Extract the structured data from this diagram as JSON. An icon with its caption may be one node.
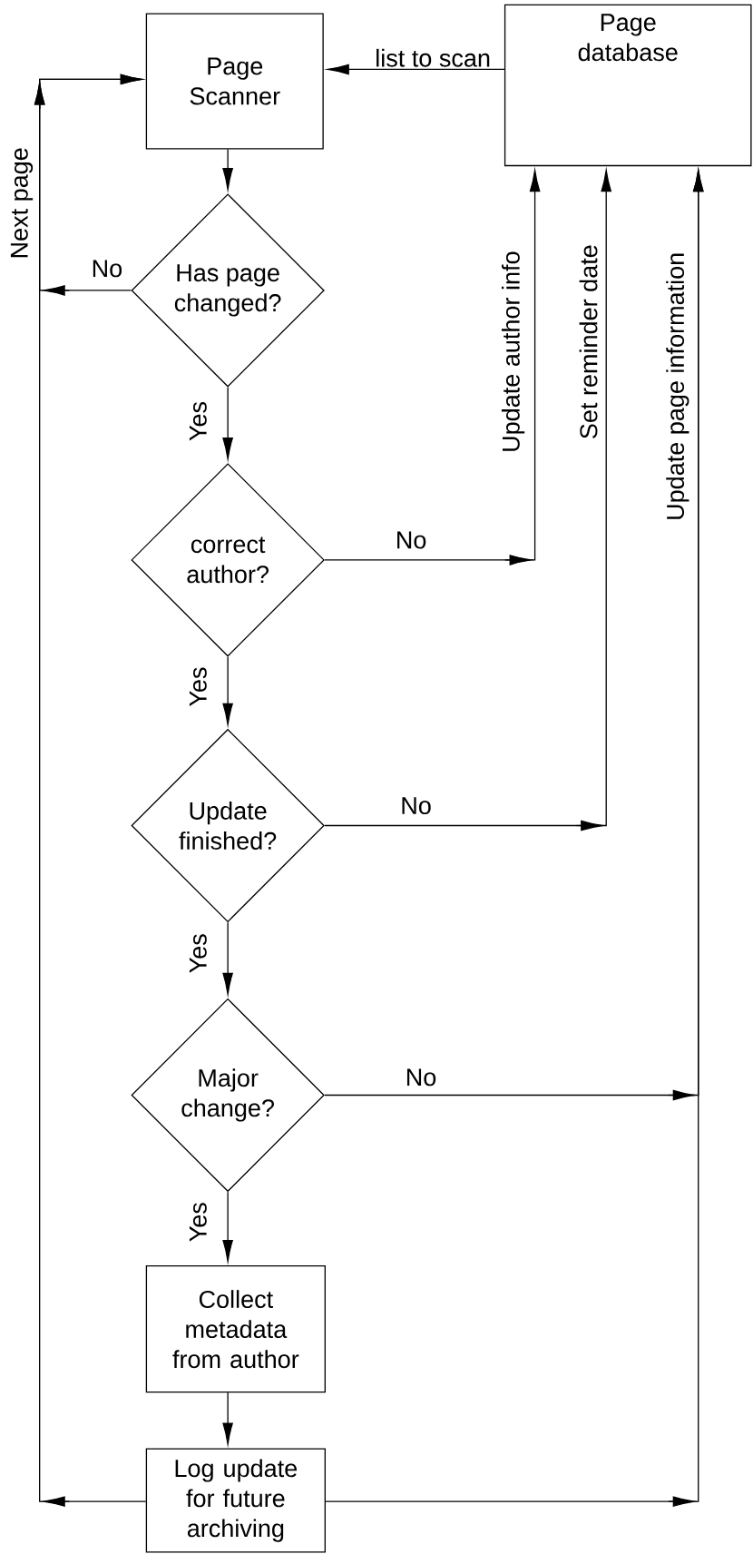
{
  "diagram": {
    "nodes": [
      {
        "text": [
          "Page Scanner"
        ]
      },
      {
        "text": [
          "Page database"
        ]
      },
      {
        "text": [
          "Has page changed?"
        ]
      },
      {
        "text": [
          "correct author?"
        ]
      },
      {
        "text": [
          "Update finished?"
        ]
      },
      {
        "text": [
          "Major change?"
        ]
      },
      {
        "text": [
          "Collect metadata from author"
        ]
      },
      {
        "text": [
          "Log update for future archiving"
        ]
      }
    ],
    "edges": [
      {
        "from": 1,
        "to": 0,
        "arrow": "to",
        "label": "list to scan"
      },
      {
        "from": 0,
        "to": 2,
        "arrow": "to"
      },
      {
        "from": 2,
        "to": 3,
        "arrow": "to",
        "label": "Yes"
      },
      {
        "from": 3,
        "to": 4,
        "arrow": "to",
        "label": "Yes"
      },
      {
        "from": 4,
        "to": 5,
        "arrow": "to",
        "label": "Yes"
      },
      {
        "from": 5,
        "to": 6,
        "arrow": "to",
        "label": "Yes"
      },
      {
        "from": 6,
        "to": 7,
        "arrow": "to"
      },
      {
        "from": 2,
        "to": 0,
        "arrow": "to",
        "label": "No"
      },
      {
        "from": 3,
        "to": 1,
        "arrow": "to",
        "label": "No"
      },
      {
        "from": 4,
        "to": 1,
        "arrow": "to",
        "label": "No"
      },
      {
        "from": 5,
        "to": 1,
        "arrow": "to",
        "label": "No"
      },
      {
        "from": 7,
        "to": 0,
        "arrow": "to"
      },
      {
        "from": 7,
        "to": 1,
        "arrow": "to"
      }
    ],
    "labels": [
      "Next page",
      "Update author info",
      "Set reminder date",
      "Update page information"
    ]
  }
}
